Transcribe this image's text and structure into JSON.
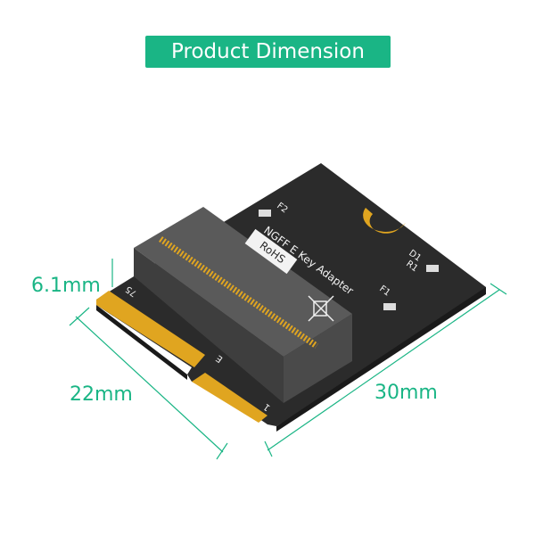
{
  "header": {
    "title": "Product Dimension"
  },
  "dimensions": {
    "height": "6.1mm",
    "width": "22mm",
    "length": "30mm"
  },
  "board": {
    "name_label": "NGFF  E Key  Adapter",
    "rohs_label": "RoHS",
    "components": [
      "F2",
      "D1",
      "R1",
      "F1"
    ],
    "pin_labels": {
      "left": "75",
      "key": "E",
      "right": "1"
    }
  },
  "colors": {
    "accent": "#1ab585",
    "pcb": "#2b2b2b",
    "gold": "#e0a520",
    "connector": "#5a5a5a"
  }
}
